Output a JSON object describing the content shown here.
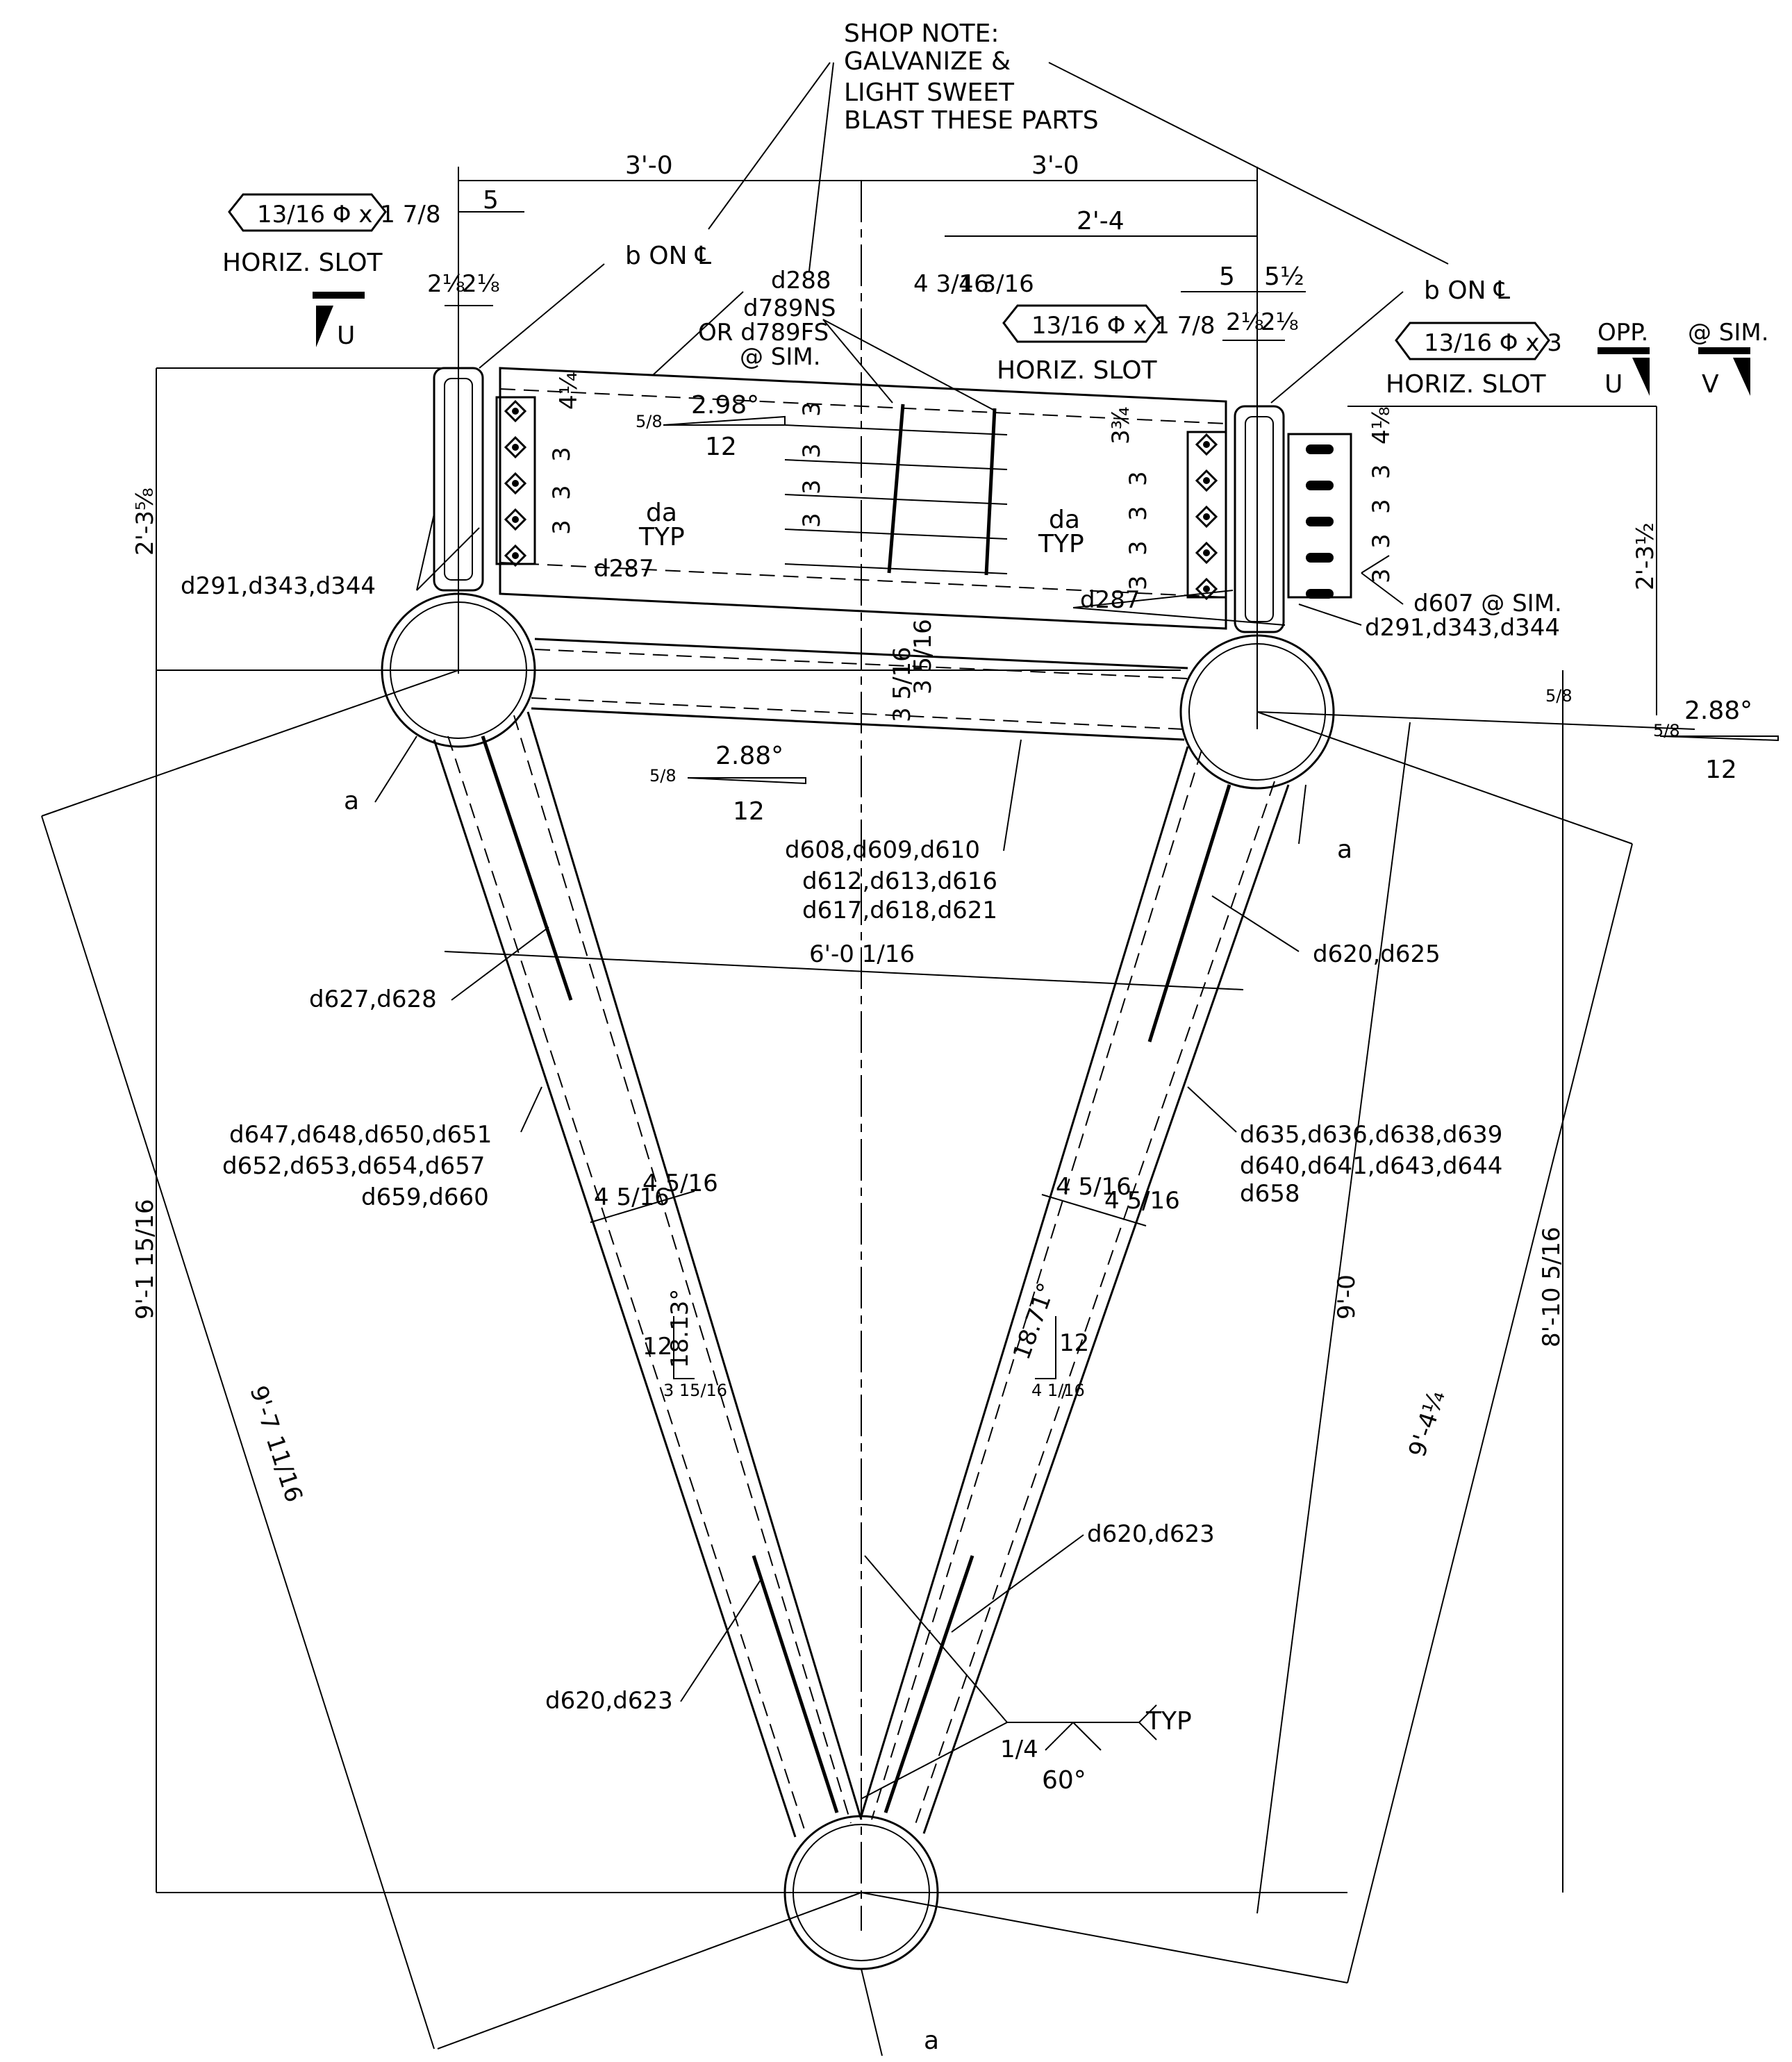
{
  "shop_note": [
    "SHOP NOTE:",
    "GALVANIZE &",
    "LIGHT SWEET",
    "BLAST THESE PARTS"
  ],
  "dims_top": {
    "left_span": "3'-0",
    "right_span": "3'-0",
    "two_four": "2'-4",
    "five_left": "5",
    "five_right": "5",
    "five_half": "5½"
  },
  "slots": {
    "left": {
      "size": "13/16 Φ x 1 7/8",
      "label": "HORIZ. SLOT"
    },
    "mid": {
      "size": "13/16 Φ x 1 7/8",
      "label": "HORIZ. SLOT"
    },
    "right": {
      "size": "13/16 Φ x 3",
      "label": "HORIZ. SLOT"
    }
  },
  "marks": {
    "b_on_cl_left": "b ON ℄",
    "b_on_cl_right": "b ON ℄",
    "d288": "d288",
    "d789_a": "d789NS",
    "d789_b": "OR d789FS",
    "d789_c": "@ SIM.",
    "da_left": "da",
    "typ_left": "TYP",
    "da_right": "da",
    "typ_right": "TYP",
    "d287_left": "d287",
    "d287_right": "d287",
    "d291_left": "d291,d343,d344",
    "d291_right": "d291,d343,d344",
    "d607": "d607 @ SIM.",
    "a_left": "a",
    "a_right": "a",
    "a_bottom": "a",
    "d608_1": "d608,d609,d610",
    "d608_2": "d612,d613,d616",
    "d608_3": "d617,d618,d621",
    "d620_d625": "d620,d625",
    "d627_d628": "d627,d628",
    "d647_1": "d647,d648,d650,d651",
    "d647_2": "d652,d653,d654,d657",
    "d647_3": "d659,d660",
    "d635_1": "d635,d636,d638,d639",
    "d635_2": "d640,d641,d643,d644",
    "d635_3": "d658",
    "d620_d623_right": "d620,d623",
    "d620_d623_left": "d620,d623",
    "typ_weld": "TYP",
    "weld_size": "1/4",
    "weld_angle": "60°"
  },
  "sections": {
    "u_left": "U",
    "opp": "OPP.",
    "u_right": "U",
    "sim": "@ SIM.",
    "v_right": "V"
  },
  "slopes": {
    "top_angle": "2.98°",
    "top_rise": "5/8",
    "top_run": "12",
    "mid_angle": "2.88°",
    "mid_rise": "5/8",
    "mid_run": "12",
    "right_angle": "2.88°",
    "right_rise": "5/8",
    "right_run": "12",
    "left_leg_angle": "18.13°",
    "left_leg_rise": "12",
    "left_leg_run": "3 15/16",
    "right_leg_angle": "18.71°",
    "right_leg_rise": "12",
    "right_leg_run": "4 1/16"
  },
  "dims_misc": {
    "two_one_8": "2⅛",
    "left_height": "2'-3⅝",
    "right_height": "2'-3½",
    "bolt_top_left": "4¼",
    "bolt_top_right": "4⅛",
    "bolt_3": "3",
    "bolt_top_right_mid": "3¾",
    "width_bottom": "6'-0 1/16",
    "tube_half": "3 5/16",
    "right_drop": "5/8",
    "leg_width": "4 5/16",
    "mid_4_3_16": "4 3/16",
    "overall_left": "9'-1 15/16",
    "diag_left": "9'-7 11/16",
    "diag_right": "9'-4¼",
    "nine_zero": "9'-0",
    "right_height_overall": "8'-10 5/16"
  }
}
